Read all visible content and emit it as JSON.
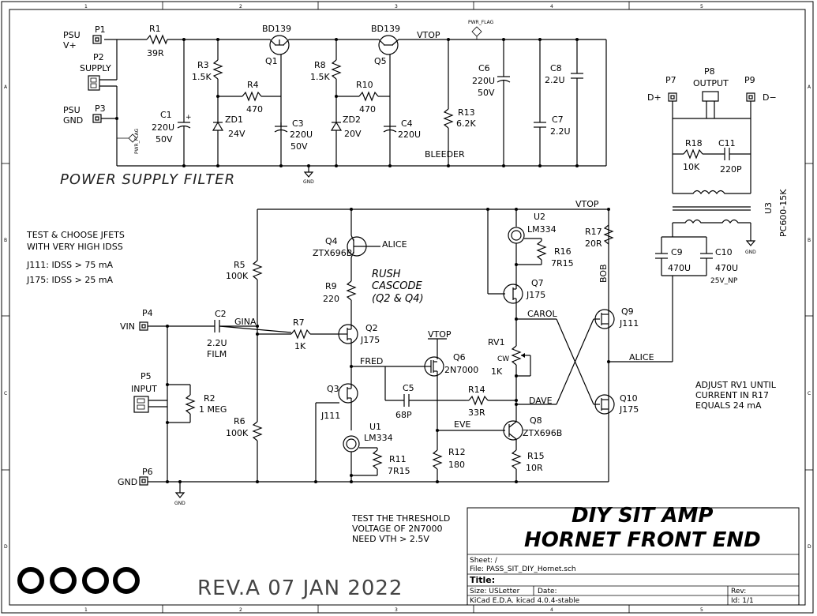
{
  "frame": {
    "columns": [
      "1",
      "2",
      "3",
      "4",
      "5"
    ],
    "rows": [
      "A",
      "B",
      "C",
      "D"
    ]
  },
  "notes": {
    "power_supply_filter": "POWER SUPPLY FILTER",
    "jfet_test": [
      "TEST & CHOOSE JFETS",
      "WITH VERY HIGH IDSS",
      "J111:  IDSS > 75 mA",
      "J175:  IDSS > 25 mA"
    ],
    "cascode": [
      "RUSH",
      "CASCODE",
      "(Q2 & Q4)"
    ],
    "adjust": [
      "ADJUST RV1 UNTIL",
      "CURRENT IN R17",
      "EQUALS 24 mA"
    ],
    "threshold": [
      "TEST THE THRESHOLD",
      "VOLTAGE OF 2N7000",
      "NEED VTH > 2.5V"
    ],
    "bleeder": "BLEEDER",
    "revision": "REV.A  07 JAN 2022"
  },
  "nets": {
    "vtop": "VTOP",
    "gnd": "GND",
    "gina": "GINA",
    "alice": "ALICE",
    "fred": "FRED",
    "carol": "CAROL",
    "dave": "DAVE",
    "eve": "EVE",
    "bob": "BOB",
    "pwr_flag": "PWR_FLAG",
    "cw": "CW"
  },
  "connectors": {
    "p1": {
      "ref": "P1",
      "label": "PSU\nV+",
      "l1": "PSU",
      "l2": "V+"
    },
    "p2": {
      "ref": "P2",
      "label": "SUPPLY"
    },
    "p3": {
      "ref": "P3",
      "l1": "PSU",
      "l2": "GND"
    },
    "p4": {
      "ref": "P4",
      "label": "VIN"
    },
    "p5": {
      "ref": "P5",
      "label": "INPUT"
    },
    "p6": {
      "ref": "P6",
      "label": "GND"
    },
    "p7": {
      "ref": "P7",
      "label": "D+"
    },
    "p8": {
      "ref": "P8",
      "label": "OUTPUT"
    },
    "p9": {
      "ref": "P9",
      "label": "D−"
    }
  },
  "components": {
    "r1": {
      "ref": "R1",
      "val": "39R"
    },
    "r3": {
      "ref": "R3",
      "val": "1.5K"
    },
    "r4": {
      "ref": "R4",
      "val": "470"
    },
    "r8": {
      "ref": "R8",
      "val": "1.5K"
    },
    "r10": {
      "ref": "R10",
      "val": "470"
    },
    "r13": {
      "ref": "R13",
      "val": "6.2K"
    },
    "c1": {
      "ref": "C1",
      "val": "220U",
      "v": "50V"
    },
    "c3": {
      "ref": "C3",
      "val": "220U",
      "v": "50V"
    },
    "c4": {
      "ref": "C4",
      "val": "220U"
    },
    "c6": {
      "ref": "C6",
      "val": "220U",
      "v": "50V"
    },
    "c7": {
      "ref": "C7",
      "val": "2.2U"
    },
    "c8": {
      "ref": "C8",
      "val": "2.2U"
    },
    "zd1": {
      "ref": "ZD1",
      "val": "24V"
    },
    "zd2": {
      "ref": "ZD2",
      "val": "20V"
    },
    "q1": {
      "ref": "Q1",
      "val": "BD139"
    },
    "q5": {
      "ref": "Q5",
      "val": "BD139"
    },
    "r18": {
      "ref": "R18",
      "val": "10K"
    },
    "c11": {
      "ref": "C11",
      "val": "220P"
    },
    "u3": {
      "ref": "U3",
      "val": "PC600-15K"
    },
    "c9": {
      "ref": "C9",
      "val": "470U"
    },
    "c10": {
      "ref": "C10",
      "val": "470U",
      "v": "25V_NP"
    },
    "q4": {
      "ref": "Q4",
      "val": "ZTX696B"
    },
    "r5": {
      "ref": "R5",
      "val": "100K"
    },
    "r9": {
      "ref": "R9",
      "val": "220"
    },
    "c2": {
      "ref": "C2",
      "val": "2.2U",
      "v": "FILM"
    },
    "r7": {
      "ref": "R7",
      "val": "1K"
    },
    "q2": {
      "ref": "Q2",
      "val": "J175"
    },
    "r2": {
      "ref": "R2",
      "val": "1 MEG"
    },
    "r6": {
      "ref": "R6",
      "val": "100K"
    },
    "q3": {
      "ref": "Q3",
      "val": "J111"
    },
    "u1": {
      "ref": "U1",
      "val": "LM334"
    },
    "r11": {
      "ref": "R11",
      "val": "7R15"
    },
    "q6": {
      "ref": "Q6",
      "val": "2N7000"
    },
    "c5": {
      "ref": "C5",
      "val": "68P"
    },
    "r12": {
      "ref": "R12",
      "val": "180"
    },
    "u2": {
      "ref": "U2",
      "val": "LM334"
    },
    "r16": {
      "ref": "R16",
      "val": "7R15"
    },
    "q7": {
      "ref": "Q7",
      "val": "J175"
    },
    "rv1": {
      "ref": "RV1",
      "val": "1K"
    },
    "r14": {
      "ref": "R14",
      "val": "33R"
    },
    "q8": {
      "ref": "Q8",
      "val": "ZTX696B"
    },
    "r15": {
      "ref": "R15",
      "val": "10R"
    },
    "r17": {
      "ref": "R17",
      "val": "20R"
    },
    "q9": {
      "ref": "Q9",
      "val": "J111"
    },
    "q10": {
      "ref": "Q10",
      "val": "J175"
    }
  },
  "title_block": {
    "title_line1": "DIY SIT AMP",
    "title_line2": "HORNET FRONT END",
    "sheet": "Sheet: /",
    "file": "File: PASS_SIT_DIY_Hornet.sch",
    "title_label": "Title:",
    "size": "Size: USLetter",
    "date": "Date:",
    "rev": "Rev:",
    "kicad": "KiCad E.D.A.  kicad 4.0.4-stable",
    "id": "Id: 1/1"
  }
}
